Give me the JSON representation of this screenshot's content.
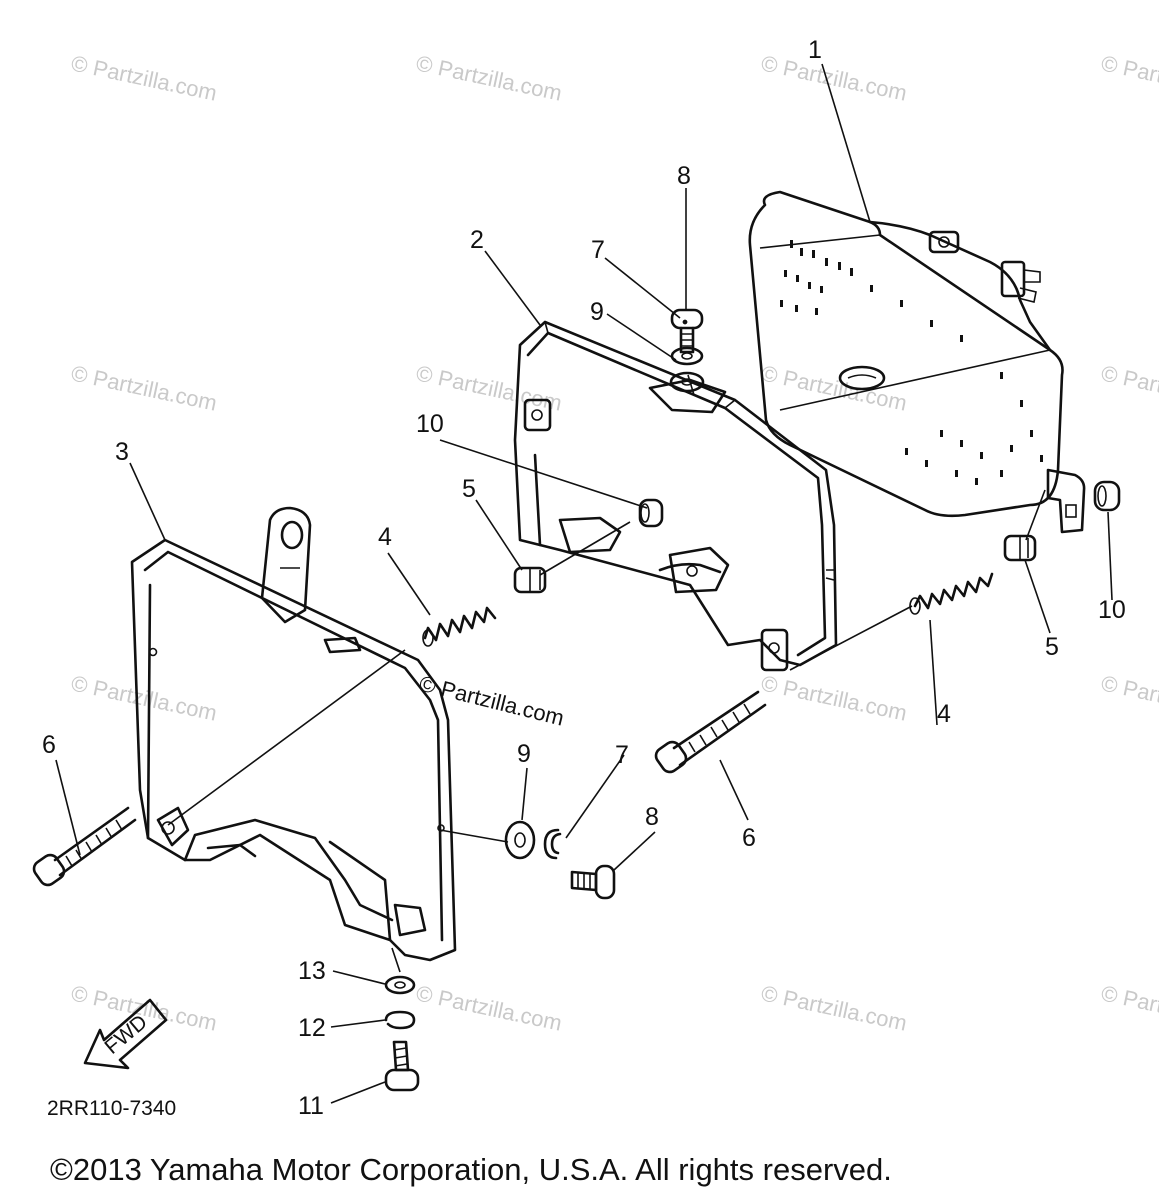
{
  "watermark": "© Partzilla.com",
  "center_watermark": "© Partzilla.com",
  "callouts": {
    "c1": "1",
    "c2": "2",
    "c3": "3",
    "c4a": "4",
    "c4b": "4",
    "c5a": "5",
    "c5b": "5",
    "c6a": "6",
    "c6b": "6",
    "c7a": "7",
    "c7b": "7",
    "c8a": "8",
    "c8b": "8",
    "c9a": "9",
    "c9b": "9",
    "c10a": "10",
    "c10b": "10",
    "c11": "11",
    "c12": "12",
    "c13": "13"
  },
  "fwd_label": "FWD",
  "diagram_code": "2RR110-7340",
  "copyright": "©2013 Yamaha Motor Corporation, U.S.A. All rights reserved."
}
